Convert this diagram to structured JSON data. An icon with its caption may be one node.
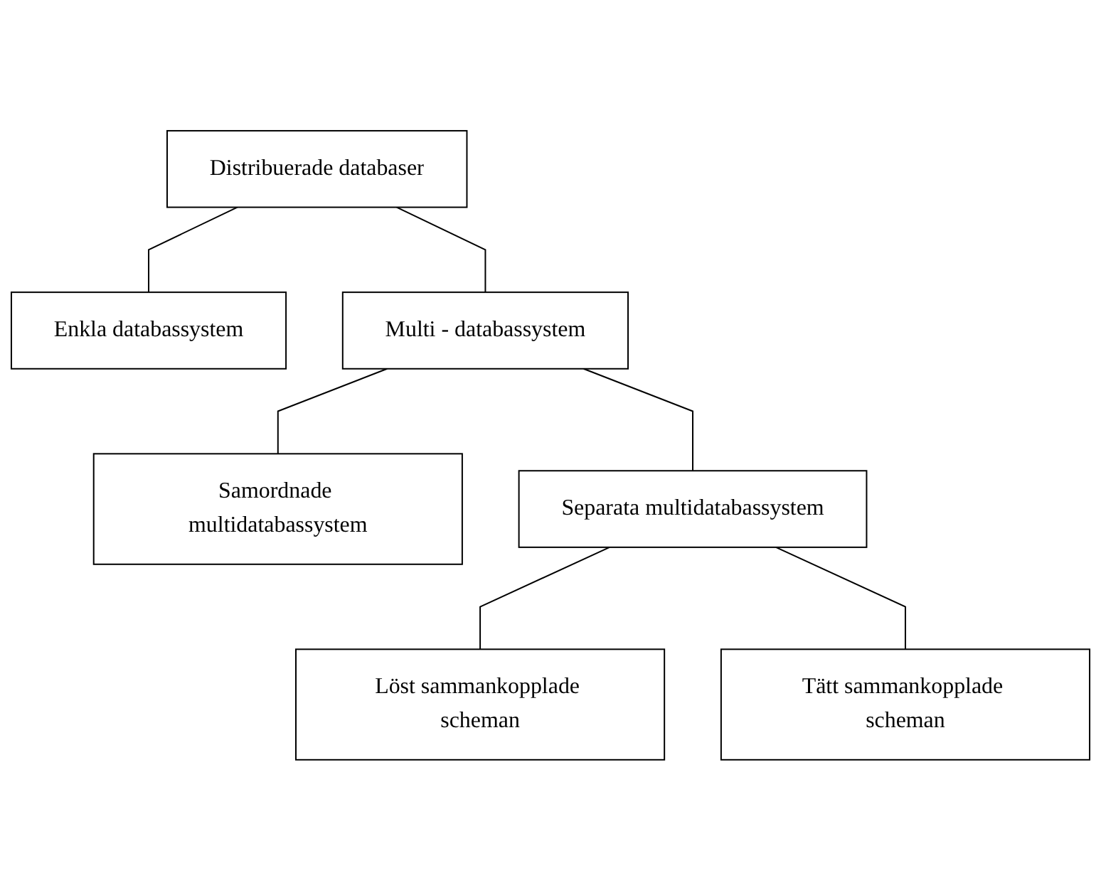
{
  "diagram": {
    "nodes": [
      {
        "text": [
          "Distribuerade databaser"
        ]
      },
      {
        "text": [
          "Enkla databassystem"
        ]
      },
      {
        "text": [
          "Multi - databassystem"
        ]
      },
      {
        "text": [
          "Samordnade multidatabassystem"
        ]
      },
      {
        "text": [
          "Separata multidatabassystem"
        ]
      },
      {
        "text": [
          "Löst sammankopplade scheman"
        ]
      },
      {
        "text": [
          "Tätt sammankopplade scheman"
        ]
      }
    ],
    "edges": [
      {
        "from": 0,
        "to": 1,
        "arrow": "none"
      },
      {
        "from": 0,
        "to": 2,
        "arrow": "none"
      },
      {
        "from": 2,
        "to": 3,
        "arrow": "none"
      },
      {
        "from": 2,
        "to": 4,
        "arrow": "none"
      },
      {
        "from": 4,
        "to": 5,
        "arrow": "none"
      },
      {
        "from": 4,
        "to": 6,
        "arrow": "none"
      }
    ]
  }
}
